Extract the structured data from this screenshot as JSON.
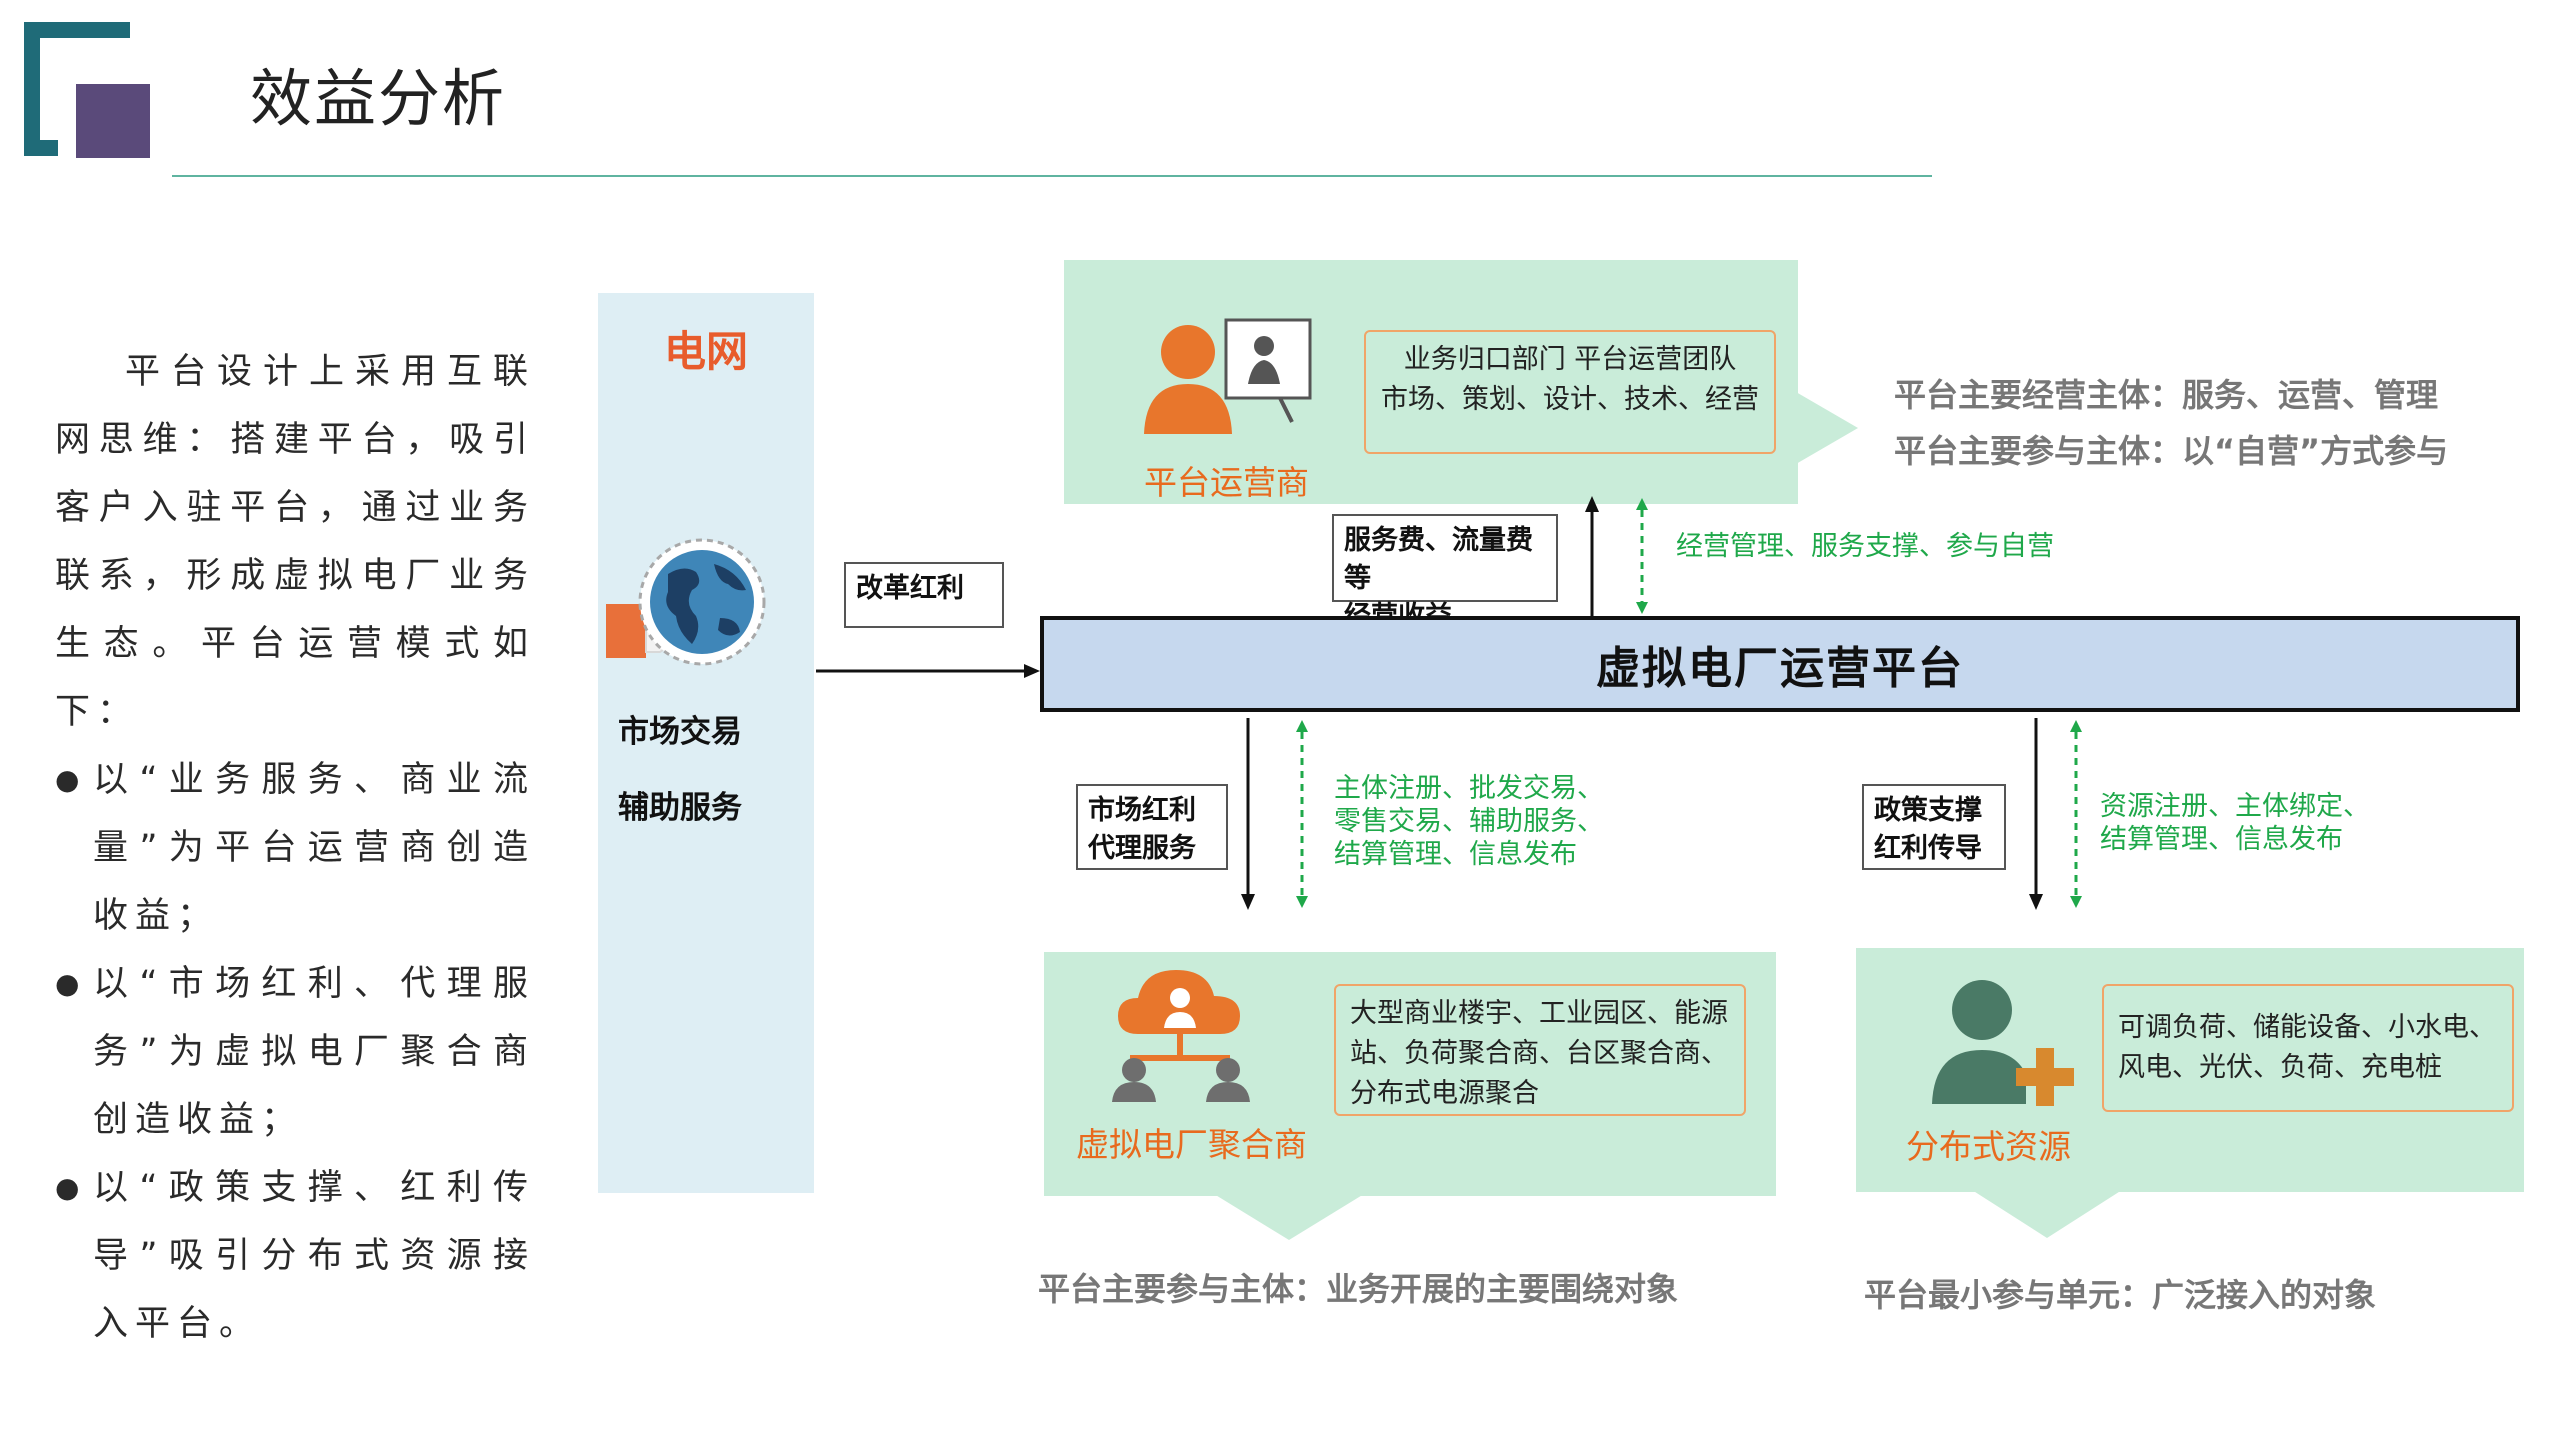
{
  "header": {
    "title": "效益分析"
  },
  "left_text": {
    "intro": "平台设计上采用互联网思维：搭建平台，吸引客户入驻平台，通过业务联系，形成虚拟电厂业务生态。平台运营模式如下：",
    "bullets": [
      "以“业务服务、商业流量”为平台运营商创造收益；",
      "以“市场红利、代理服务”为虚拟电厂聚合商创造收益；",
      "以“政策支撑、红利传导”吸引分布式资源接入平台。"
    ]
  },
  "grid": {
    "title": "电网",
    "line1": "市场交易",
    "line2": "辅助服务"
  },
  "reform": {
    "label": "改革红利"
  },
  "operator": {
    "caption": "平台运营商",
    "detail_line1": "业务归口部门  平台运营团队",
    "detail_line2": "市场、策划、设计、技术、经营",
    "callout_line1": "平台主要经营主体：服务、运营、管理",
    "callout_line2": "平台主要参与主体：以“自营”方式参与"
  },
  "revenue_box": {
    "line1": "服务费、流量费等",
    "line2": "经营收益"
  },
  "ops_note": "经营管理、服务支撑、参与自营",
  "platform": {
    "name": "虚拟电厂运营平台"
  },
  "market_box": {
    "line1": "市场红利",
    "line2": "代理服务"
  },
  "agg_note": {
    "line1": "主体注册、批发交易、",
    "line2": "零售交易、辅助服务、",
    "line3": "结算管理、信息发布"
  },
  "policy_box": {
    "line1": "政策支撑",
    "line2": "红利传导"
  },
  "res_note": {
    "line1": "资源注册、主体绑定、",
    "line2": "结算管理、信息发布"
  },
  "aggregator": {
    "caption": "虚拟电厂聚合商",
    "detail_line1": "大型商业楼宇、工业园区、能源",
    "detail_line2": "站、负荷聚合商、台区聚合商、",
    "detail_line3": "分布式电源聚合",
    "bottom_note": "平台主要参与主体：业务开展的主要围绕对象"
  },
  "distributed": {
    "caption": "分布式资源",
    "detail_line1": "可调负荷、储能设备、小水电、",
    "detail_line2": "风电、光伏、负荷、充电桩",
    "bottom_note": "平台最小参与单元：广泛接入的对象"
  },
  "colors": {
    "accent_orange": "#e86a1e",
    "panel_green": "#c9ecd9",
    "note_green": "#1fa84a",
    "grid_blue": "#deeef4",
    "platform_blue": "#c6d8ee",
    "logo_purple": "#5a4a7a",
    "logo_teal": "#1f6b78"
  },
  "icons": {
    "logo": "corner-bracket-logo",
    "operator": "presenter-person-icon",
    "grid": "globe-handshake-icon",
    "aggregator": "cloud-network-people-icon",
    "distributed": "person-plus-icon"
  }
}
